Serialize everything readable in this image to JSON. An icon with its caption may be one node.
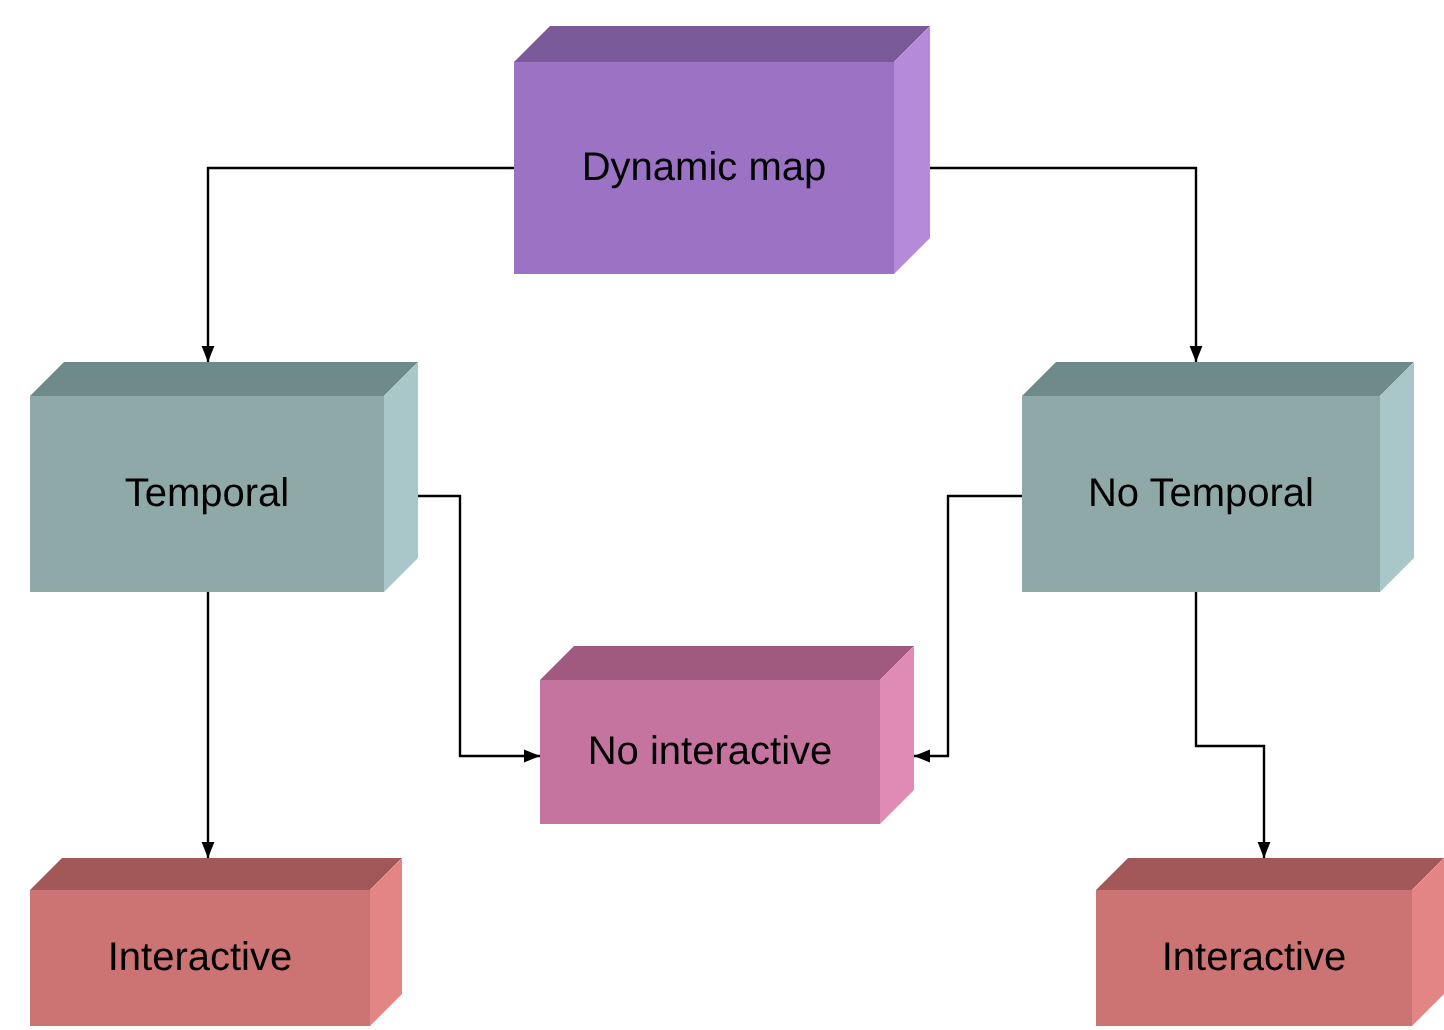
{
  "diagram": {
    "nodes": [
      {
        "text": [
          "Dynamic map"
        ]
      },
      {
        "text": [
          "Temporal"
        ]
      },
      {
        "text": [
          "No Temporal"
        ]
      },
      {
        "text": [
          "No interactive"
        ]
      },
      {
        "text": [
          "Interactive"
        ]
      },
      {
        "text": [
          "Interactive"
        ]
      }
    ],
    "edges": [
      {
        "from": 0,
        "to": 1,
        "arrow": "to"
      },
      {
        "from": 0,
        "to": 2,
        "arrow": "to"
      },
      {
        "from": 1,
        "to": 3,
        "arrow": "to"
      },
      {
        "from": 2,
        "to": 3,
        "arrow": "to"
      },
      {
        "from": 1,
        "to": 4,
        "arrow": "to"
      },
      {
        "from": 2,
        "to": 5,
        "arrow": "to"
      }
    ]
  }
}
